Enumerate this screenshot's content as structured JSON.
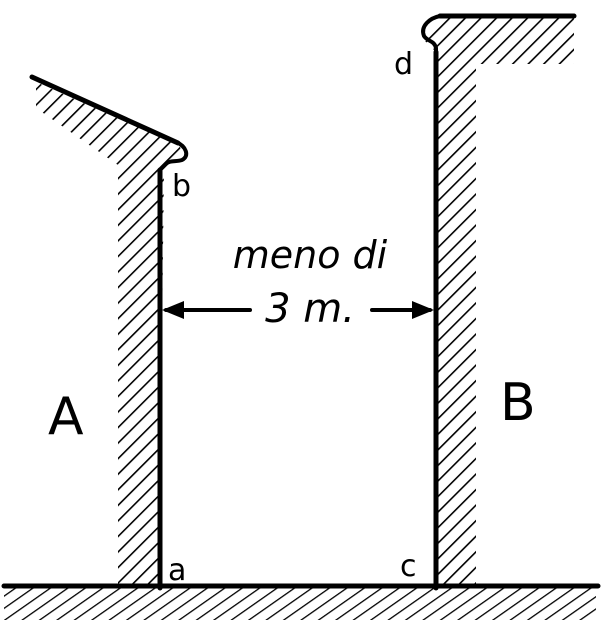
{
  "walls": {
    "left": {
      "name": "A"
    },
    "right": {
      "name": "B"
    }
  },
  "points": {
    "a": "a",
    "b": "b",
    "c": "c",
    "d": "d"
  },
  "dimension": {
    "line1": "meno di",
    "line2": "3 m."
  }
}
